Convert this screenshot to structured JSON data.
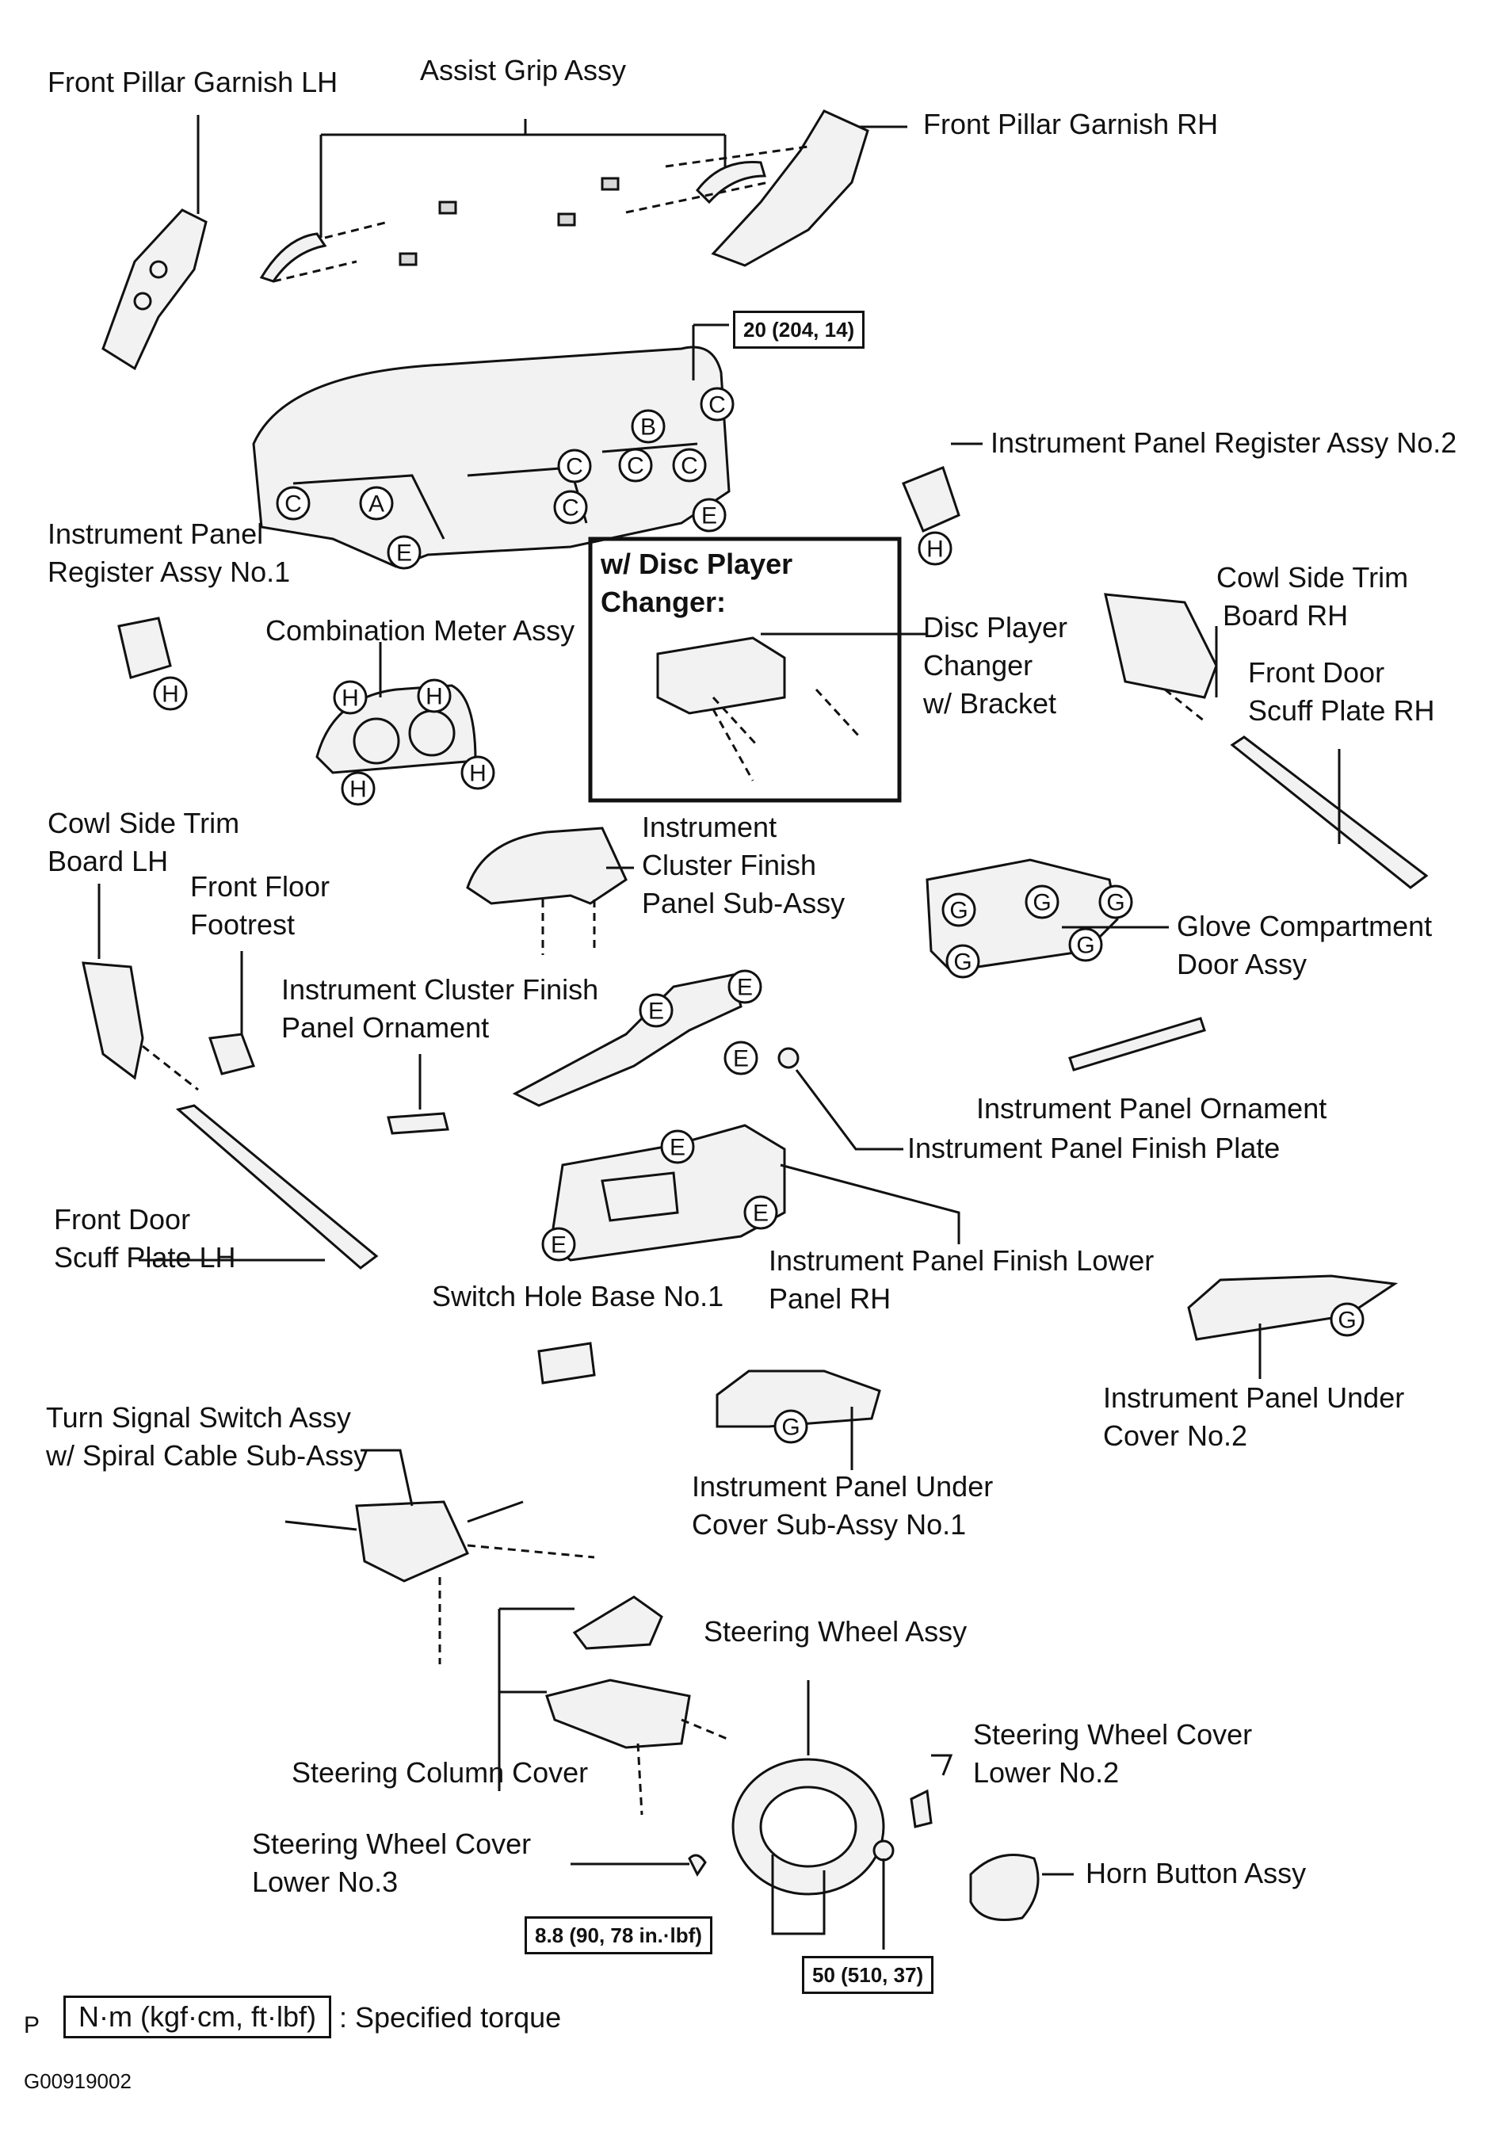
{
  "labels": {
    "front_pillar_garnish_lh": "Front Pillar Garnish LH",
    "assist_grip_assy": "Assist Grip Assy",
    "front_pillar_garnish_rh": "Front Pillar Garnish RH",
    "instrument_panel_register_no2": "Instrument Panel Register Assy No.2",
    "instrument_panel_register_no1_line1": "Instrument Panel",
    "instrument_panel_register_no1_line2": "Register Assy No.1",
    "combination_meter_assy": "Combination Meter Assy",
    "disc_player_line1": "Disc Player",
    "disc_player_line2": "Changer",
    "disc_player_line3": "w/ Bracket",
    "cowl_side_trim_rh_line1": "Cowl Side Trim",
    "cowl_side_trim_rh_line2": "Board RH",
    "front_door_scuff_rh_line1": "Front Door",
    "front_door_scuff_rh_line2": "Scuff Plate RH",
    "cowl_side_trim_lh_line1": "Cowl Side Trim",
    "cowl_side_trim_lh_line2": "Board LH",
    "front_floor_footrest_line1": "Front Floor",
    "front_floor_footrest_line2": "Footrest",
    "instrument_cluster_finish_panel_line1": "Instrument",
    "instrument_cluster_finish_panel_line2": "Cluster Finish",
    "instrument_cluster_finish_panel_line3": "Panel Sub-Assy",
    "glove_compartment_line1": "Glove Compartment",
    "glove_compartment_line2": "Door Assy",
    "cluster_finish_ornament_line1": "Instrument Cluster Finish",
    "cluster_finish_ornament_line2": "Panel Ornament",
    "instrument_panel_ornament": "Instrument Panel Ornament",
    "instrument_panel_finish_plate": "Instrument Panel Finish Plate",
    "front_door_scuff_lh_line1": "Front Door",
    "front_door_scuff_lh_line2": "Scuff Plate LH",
    "switch_hole_base": "Switch Hole Base No.1",
    "finish_lower_panel_line1": "Instrument Panel Finish Lower",
    "finish_lower_panel_line2": "Panel RH",
    "under_cover_no2_line1": "Instrument Panel Under",
    "under_cover_no2_line2": "Cover No.2",
    "turn_signal_line1": "Turn Signal Switch Assy",
    "turn_signal_line2": "w/ Spiral Cable Sub-Assy",
    "under_cover_no1_line1": "Instrument Panel Under",
    "under_cover_no1_line2": "Cover Sub-Assy No.1",
    "steering_wheel_assy": "Steering Wheel Assy",
    "steering_wheel_cover_no2_line1": "Steering Wheel Cover",
    "steering_wheel_cover_no2_line2": "Lower No.2",
    "steering_column_cover": "Steering Column Cover",
    "steering_wheel_cover_no3_line1": "Steering Wheel Cover",
    "steering_wheel_cover_no3_line2": "Lower No.3",
    "horn_button_assy": "Horn Button Assy"
  },
  "disc_box": {
    "title_line1": "w/ Disc Player",
    "title_line2": "Changer:"
  },
  "torque_specs": {
    "dash_bolt": "20 (204, 14)",
    "column_bolt": "8.8 (90, 78 in.·lbf)",
    "wheel_nut": "50 (510, 37)"
  },
  "legend": {
    "unit_box": "N·m (kgf·cm, ft·lbf)",
    "description": ": Specified torque",
    "prefix": "P"
  },
  "figure_id": "G00919002",
  "clip_markers": [
    {
      "letter": "C"
    },
    {
      "letter": "A"
    },
    {
      "letter": "E"
    },
    {
      "letter": "C"
    },
    {
      "letter": "C"
    },
    {
      "letter": "C"
    },
    {
      "letter": "E"
    },
    {
      "letter": "C"
    },
    {
      "letter": "B"
    },
    {
      "letter": "C"
    },
    {
      "letter": "H"
    },
    {
      "letter": "H"
    },
    {
      "letter": "H"
    },
    {
      "letter": "H"
    },
    {
      "letter": "H"
    },
    {
      "letter": "H"
    },
    {
      "letter": "G"
    },
    {
      "letter": "G"
    },
    {
      "letter": "G"
    },
    {
      "letter": "G"
    },
    {
      "letter": "G"
    },
    {
      "letter": "E"
    },
    {
      "letter": "E"
    },
    {
      "letter": "E"
    },
    {
      "letter": "E"
    },
    {
      "letter": "E"
    },
    {
      "letter": "E"
    },
    {
      "letter": "G"
    },
    {
      "letter": "G"
    }
  ]
}
